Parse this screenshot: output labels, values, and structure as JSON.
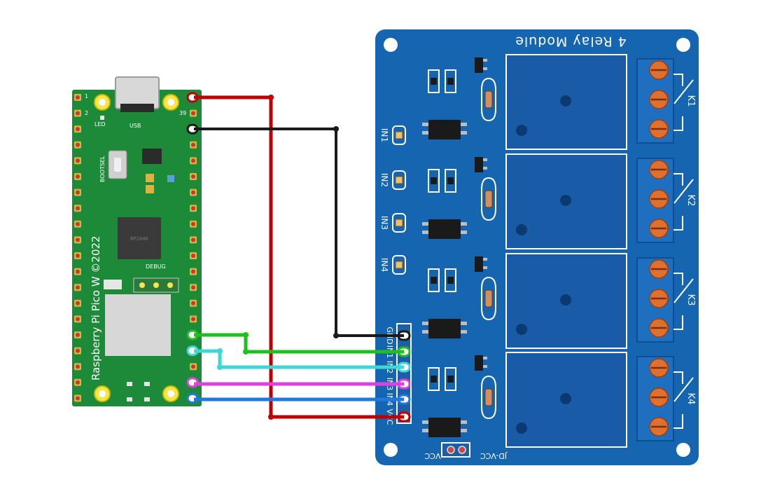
{
  "pico": {
    "side_text": "Raspberry Pi Pico W ©2022",
    "pin_1": "1",
    "pin_2": "2",
    "pin_39": "39",
    "led_label": "LED",
    "usb_label": "USB",
    "bootsel_label": "BOOTSEL",
    "debug_label": "DEBUG",
    "chip_text": "RP2040"
  },
  "relay": {
    "title": "4 Relay Module",
    "relay_labels": [
      "K1",
      "K2",
      "K3",
      "K4"
    ],
    "led_labels": [
      "IN1",
      "IN2",
      "IN3",
      "IN4"
    ],
    "header_pins": [
      "GND",
      "IN1",
      "IN2",
      "IN3",
      "IN4",
      "VCC"
    ],
    "jumper_left": "VCC",
    "jumper_right": "JD-VCC"
  },
  "wires": [
    {
      "from": "pico-pin-40",
      "to": "VCC",
      "color": "#c00000"
    },
    {
      "from": "pico-pin-38",
      "to": "GND",
      "color": "#1a1a1a"
    },
    {
      "from": "pico-pin-GP",
      "to": "IN1",
      "color": "#1fbf1f"
    },
    {
      "from": "pico-pin-GP",
      "to": "IN2",
      "color": "#3fd6d6"
    },
    {
      "from": "pico-pin-GP",
      "to": "IN3",
      "color": "#e040e0"
    },
    {
      "from": "pico-pin-GP",
      "to": "IN4",
      "color": "#2277dd"
    }
  ],
  "colors": {
    "pico_board": "#1d8a3a",
    "relay_board": "#1565b0",
    "relay_body": "#1a5ba8",
    "terminal": "#1f6fc0",
    "screw": "#e07030"
  }
}
